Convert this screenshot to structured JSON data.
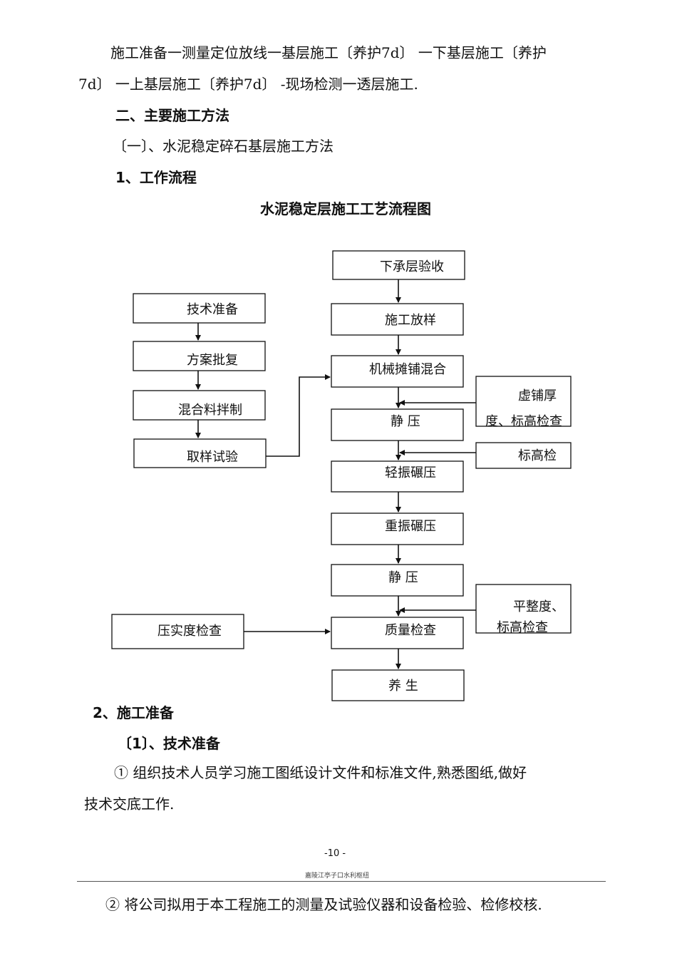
{
  "paragraphs": {
    "p1_line1": "施工准备一测量定位放线一基层施工〔养护7d〕 一下基层施工〔养护",
    "p1_line2": "7d〕 一上基层施工〔养护7d〕 -现场检测一透层施工.",
    "h2": "二、主要施工方法",
    "h3": "〔一〕、水泥稳定碎石基层施工方法",
    "h4": "1、工作流程",
    "flow_title": "水泥稳定层施工工艺流程图",
    "s2": "2、施工准备",
    "s2_1": "〔1〕、技术准备",
    "item1_line1": "① 组织技术人员学习施工图纸设计文件和标准文件,熟悉图纸,做好",
    "item1_line2": "技术交底工作.",
    "item2": "② 将公司拟用于本工程施工的测量及试验仪器和设备检验、检修校核."
  },
  "footer": {
    "page_number": "-10 -",
    "org": "嘉陵江亭子口水利枢纽"
  },
  "flowchart": {
    "left": [
      "技术准备",
      "方案批复",
      "混合料拌制",
      "取样试验",
      "压实度检查"
    ],
    "main": [
      "下承层验收",
      "施工放样",
      "机械摊铺混合",
      "静    压",
      "轻振碾压",
      "重振碾压",
      "静      压",
      "质量检查",
      "养      生"
    ],
    "side": {
      "thickness_1": "虚铺厚",
      "thickness_2": "度、标高检查",
      "elevation": "标高检",
      "flatness_1": "平整度、",
      "flatness_2": "标高检查"
    }
  }
}
